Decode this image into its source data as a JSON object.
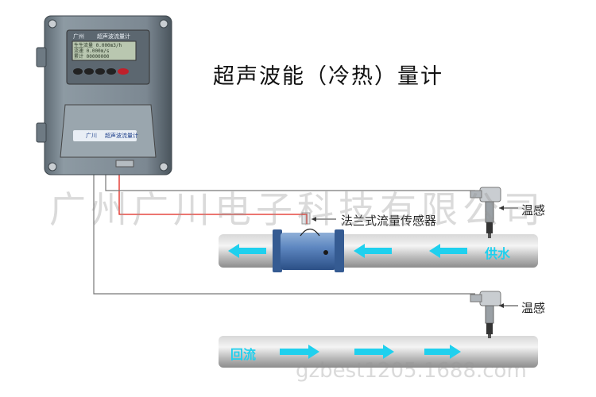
{
  "title": "超声波能（冷热）量计",
  "device": {
    "header_brand": "广州",
    "header_name": "超声波流量计",
    "screen_lines": [
      "生生流量 0.000m3/h",
      "流速 0.000m/s",
      "累计 00000000"
    ],
    "panel_brand": "广川",
    "panel_name": "超声波流量计"
  },
  "labels": {
    "flange_sensor": "法兰式流量传感器",
    "temp_sensor_top": "温感",
    "temp_sensor_bottom": "温感",
    "supply": "供水",
    "return": "回流"
  },
  "watermark": {
    "company": "广州广川电子科技有限公司",
    "url": "gzbest1205.1688.com"
  },
  "colors": {
    "arrow": "#1fd0ee",
    "red_wire": "#e0241b",
    "grey_wire": "#777777"
  }
}
